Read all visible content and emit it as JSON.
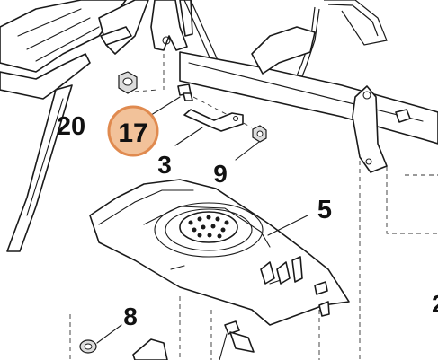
{
  "callouts": {
    "part_17": "17",
    "part_20": "20",
    "part_3": "3",
    "part_9": "9",
    "part_5": "5",
    "part_8": "8",
    "part_2_partial": "2"
  },
  "colors": {
    "highlight_fill": "#f2c29a",
    "highlight_stroke": "#e08a4f",
    "line": "#1a1a1a",
    "background": "#ffffff"
  }
}
